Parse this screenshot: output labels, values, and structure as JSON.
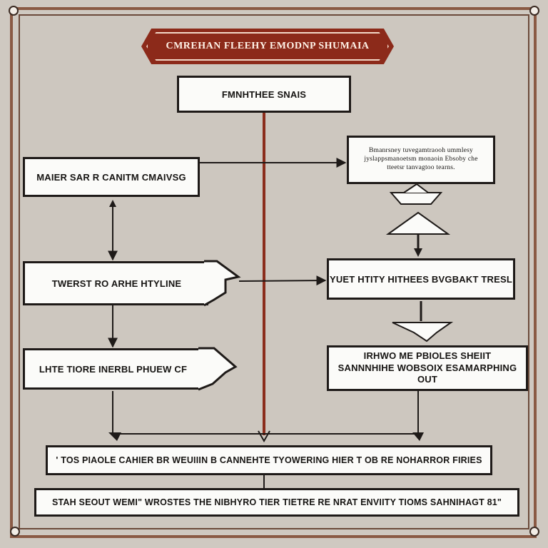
{
  "title": "CMREHAN FLEEHY EMODNP SHUMAIA",
  "nodes": {
    "top": "FMNHTHEE SNAIS",
    "left1": "MAIER SAR R CANITM CMAIVSG",
    "right_note": "Bmanrsney tuvegamtraooh ummlesy jyslappsmanoetsm monaoin Ebsoby che tteetsr tanvagtoo tearns.",
    "left2": "TWERST RO ARHE HTYLINE",
    "right2": "YUET HTITY HITHEES BVGBAKT TRESL",
    "left3": "LHTE TIORE INERBL PHUEW CF",
    "right3": "IRHWO ME PBIOLES SHEIIT SANNNHIHE WOBSOIX ESAMARPHING OUT",
    "bottom1": "' TOS PIAOLE CAHIER BR WEUIIIN B CANNEHTE TYOWERING HIER T OB RE NOHARROR FIRIES",
    "bottom2": "STAH SEOUT WEMI\" WROSTES THE NIBHYRO TIER TIETRE RE NRAT ENVIITY TIOMS SAHNIHAGT 81\""
  },
  "colors": {
    "accent": "#8c2a1a",
    "line": "#1e1a18",
    "center_line": "#8b2d1c",
    "background": "#cdc7bf"
  }
}
